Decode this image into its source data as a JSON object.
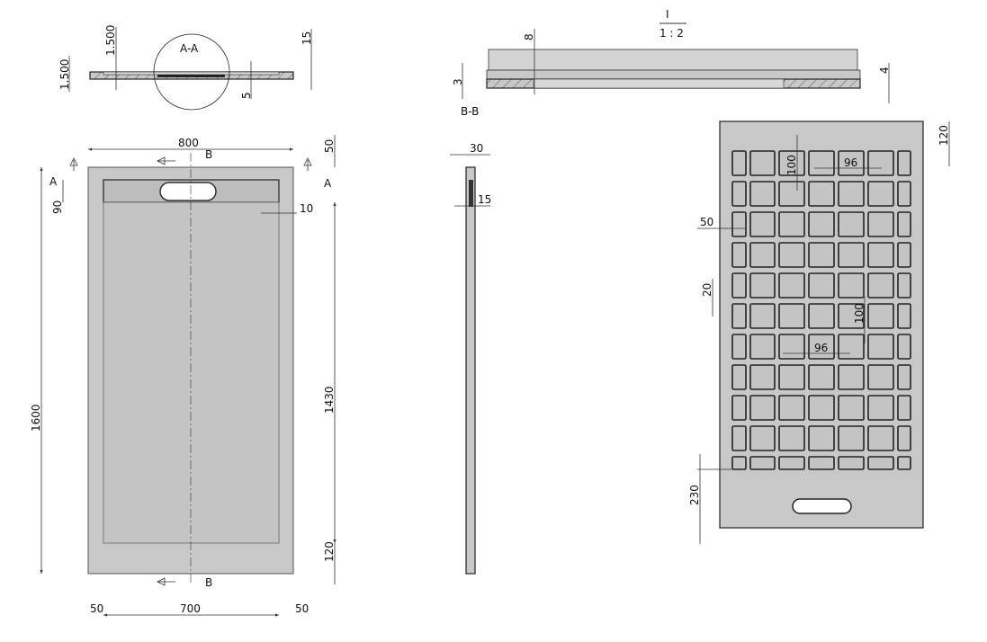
{
  "title": {
    "view": "I",
    "scale": "1 : 2"
  },
  "section_aa": {
    "label": "A-A",
    "dims": [
      "1.500",
      "1.500",
      "15",
      "5"
    ]
  },
  "section_bb": {
    "label": "B-B",
    "dims": [
      "8",
      "3",
      "4"
    ]
  },
  "top_view": {
    "section_marks": [
      "A",
      "A",
      "B",
      "B"
    ],
    "dims": {
      "width": "800",
      "inner_width": "700",
      "left_margin": "50",
      "right_margin": "50",
      "height": "1600",
      "inner_height": "1430",
      "top_margin": "50",
      "channel": "90",
      "bottom_margin": "120",
      "rim": "10"
    }
  },
  "side_view": {
    "dims": [
      "30",
      "15"
    ]
  },
  "bottom_view": {
    "dims": {
      "top": "120",
      "cell_h": "100",
      "cell_w": "96",
      "edge": "50",
      "gap": "20",
      "cell_h2": "100",
      "cell_w2": "96",
      "bottom": "230"
    },
    "grid_rows": 11,
    "grid_cols": 7
  },
  "colors": {
    "fill": "#c8c8c8",
    "inner": "#c4c4c4",
    "line": "#222222"
  }
}
